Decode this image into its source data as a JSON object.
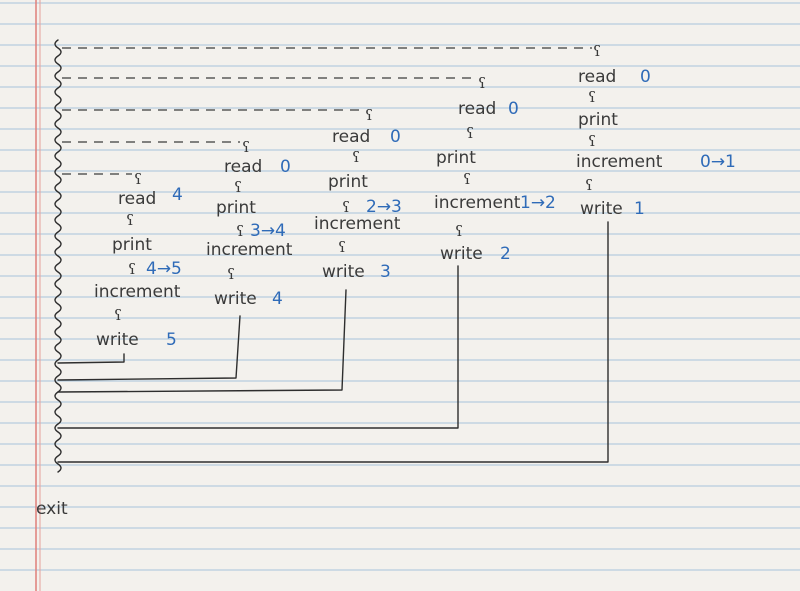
{
  "colors": {
    "paper": "#f3f1ed",
    "rule_line": "#a7c4da",
    "margin_line": "#e07f7a",
    "ink": "#2e2e2e",
    "blue_ink": "#2f6bb8"
  },
  "threads": [
    {
      "id": "t1",
      "read": {
        "word": "read",
        "value": "0"
      },
      "print": "print",
      "increment": {
        "word": "increment",
        "change": "0→1"
      },
      "write": {
        "word": "write",
        "value": "1"
      }
    },
    {
      "id": "t2",
      "read": {
        "word": "read",
        "value": "0"
      },
      "print": "print",
      "increment": {
        "word": "increment",
        "change": "1→2"
      },
      "write": {
        "word": "write",
        "value": "2"
      }
    },
    {
      "id": "t3",
      "read": {
        "word": "read",
        "value": "0"
      },
      "print": "print",
      "increment": {
        "word": "increment",
        "change": "2→3"
      },
      "write": {
        "word": "write",
        "value": "3"
      }
    },
    {
      "id": "t4",
      "read": {
        "word": "read",
        "value": "0"
      },
      "print": "print",
      "increment": {
        "word": "increment",
        "change": "3→4"
      },
      "write": {
        "word": "write",
        "value": "4"
      }
    },
    {
      "id": "t5",
      "read": {
        "word": "read",
        "value": "4"
      },
      "print": "print",
      "increment": {
        "word": "increment",
        "change": "4→5"
      },
      "write": {
        "word": "write",
        "value": "5"
      }
    }
  ],
  "exit_label": "exit"
}
